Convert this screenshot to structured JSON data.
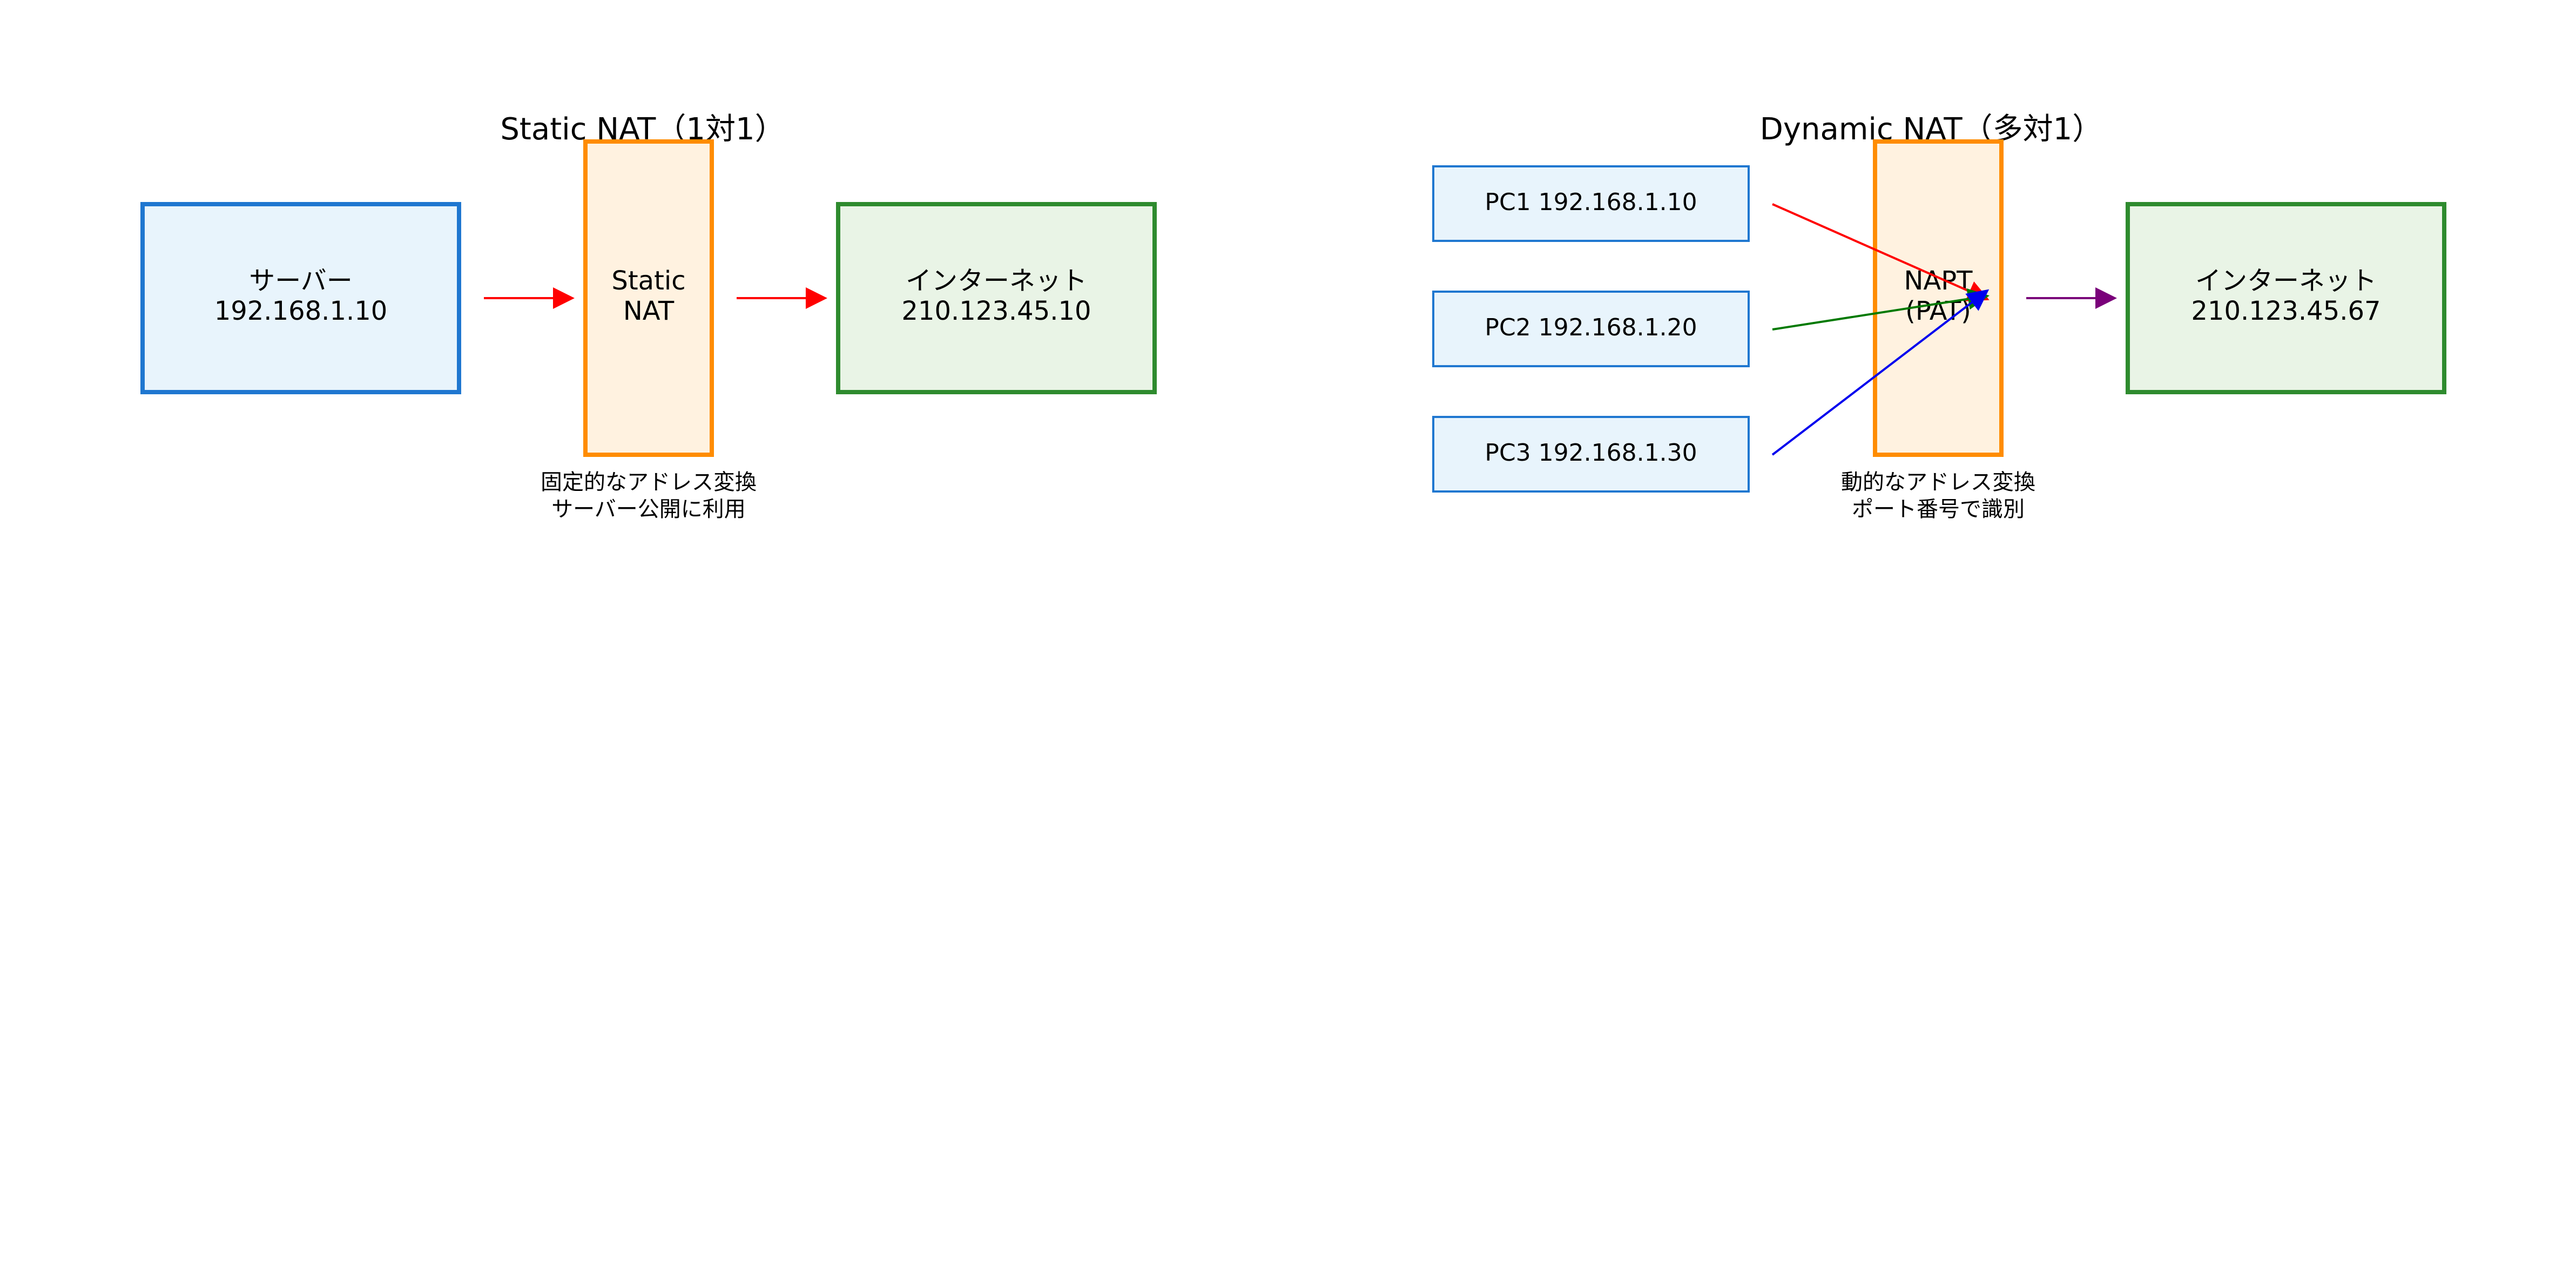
{
  "static_nat": {
    "title": "Static NAT（1対1）",
    "server": {
      "line1": "サーバー",
      "line2": "192.168.1.10"
    },
    "nat": {
      "line1": "Static",
      "line2": "NAT"
    },
    "internet": {
      "line1": "インターネット",
      "line2": "210.123.45.10"
    },
    "note": {
      "line1": "固定的なアドレス変換",
      "line2": "サーバー公開に利用"
    }
  },
  "dynamic_nat": {
    "title": "Dynamic NAT（多対1）",
    "pcs": [
      {
        "label": "PC1 192.168.1.10"
      },
      {
        "label": "PC2 192.168.1.20"
      },
      {
        "label": "PC3 192.168.1.30"
      }
    ],
    "napt": {
      "line1": "NAPT",
      "line2": "(PAT)"
    },
    "internet": {
      "line1": "インターネット",
      "line2": "210.123.45.67"
    },
    "note": {
      "line1": "動的なアドレス変換",
      "line2": "ポート番号で識別"
    }
  },
  "colors": {
    "local_stroke": "#1f77d0",
    "local_fill": "#e8f4fc",
    "nat_stroke": "#ff8c00",
    "nat_fill": "#fff2e0",
    "internet_stroke": "#2e8b2e",
    "internet_fill": "#e9f4e6",
    "arrow_red": "#ff0000",
    "arrow_green": "#007a00",
    "arrow_blue": "#0000ee",
    "arrow_purple": "#7a007a"
  }
}
